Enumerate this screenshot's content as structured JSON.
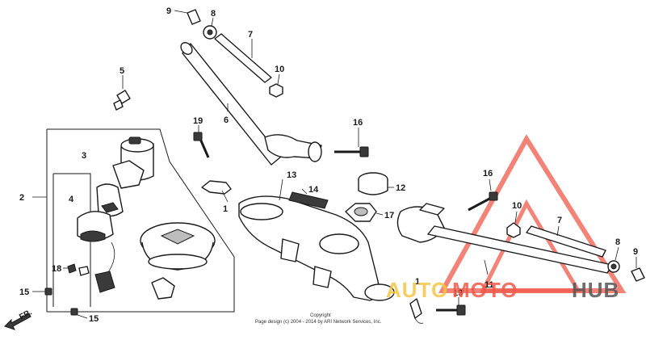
{
  "diagram": {
    "callouts": {
      "c9_top": "9",
      "c8_top": "8",
      "c7_top": "7",
      "c10_top": "10",
      "c5": "5",
      "c6": "6",
      "c19_left": "19",
      "c3": "3",
      "c2": "2",
      "c4": "4",
      "c1": "1",
      "c13": "13",
      "c14": "14",
      "c16_mid": "16",
      "c12": "12",
      "c17": "17",
      "c18": "18",
      "c15_a": "15",
      "c15_b": "15",
      "c16_right": "16",
      "c10_right": "10",
      "c7_right": "7",
      "c8_right": "8",
      "c9_right": "9",
      "c11": "11",
      "c19_bottom": "19",
      "c1_bottom": "1"
    },
    "direction_label": "FR.",
    "copyright_line1": "Copyright",
    "copyright_line2": "Page design (c) 2004 - 2014 by ARI Network Services, Inc."
  },
  "watermark": {
    "word_a": "AUTO",
    "word_b": "MOTO",
    "word_c": "HUB",
    "color_a": "#f5c542",
    "color_b": "#f05a4a",
    "color_c": "#555555"
  }
}
